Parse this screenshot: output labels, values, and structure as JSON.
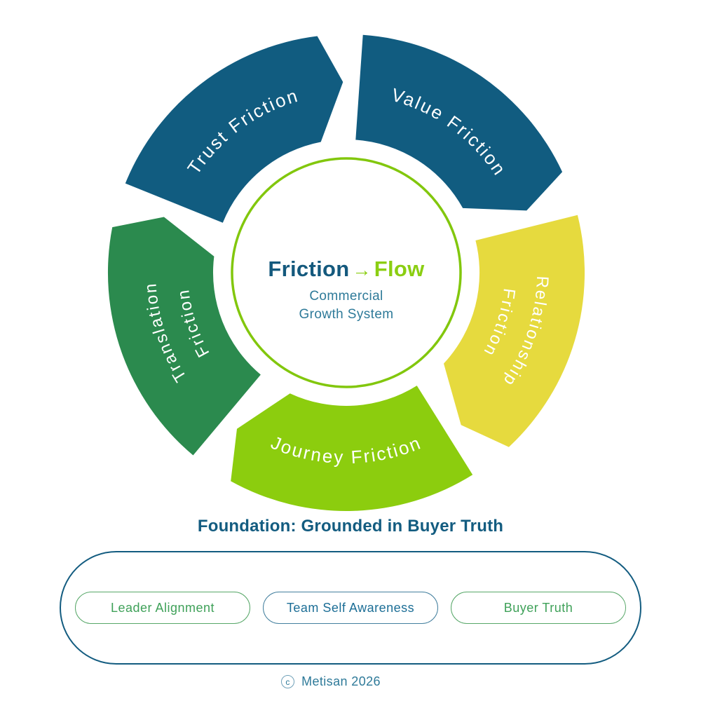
{
  "colors": {
    "dark_blue": "#115C80",
    "dark_green": "#2B8A4E",
    "light_green": "#8CCD0E",
    "yellow": "#E6DA3E",
    "ring_circle_stroke": "#82C70D",
    "flow_green": "#8BCE12",
    "heading_teal": "#135C80",
    "subtitle_teal": "#2E7A99",
    "pill_green": "#3FA159",
    "pill_teal": "#1C6E96",
    "segment_label_white": "#FFFFFF"
  },
  "ring": {
    "center": {
      "friction": "Friction",
      "arrow": "→",
      "flow": "Flow",
      "subtitle_line1": "Commercial",
      "subtitle_line2": "Growth System"
    },
    "segments": [
      {
        "name": "trust-friction",
        "label_lines": [
          "Trust Friction"
        ],
        "color": "#115C80"
      },
      {
        "name": "value-friction",
        "label_lines": [
          "Value Friction"
        ],
        "color": "#115C80"
      },
      {
        "name": "relationship-friction",
        "label_lines": [
          "Relationship",
          "Friction"
        ],
        "color": "#E6DA3E"
      },
      {
        "name": "journey-friction",
        "label_lines": [
          "Journey Friction"
        ],
        "color": "#8CCD0E"
      },
      {
        "name": "translation-friction",
        "label_lines": [
          "Translation",
          "Friction"
        ],
        "color": "#2B8A4E"
      }
    ]
  },
  "foundation": {
    "heading": "Foundation: Grounded in Buyer Truth",
    "pills": [
      {
        "label": "Leader Alignment",
        "text_color": "#3FA159",
        "border_color": "#57A768"
      },
      {
        "label": "Team Self Awareness",
        "text_color": "#1C6E96",
        "border_color": "#437F9E"
      },
      {
        "label": "Buyer Truth",
        "text_color": "#3FA159",
        "border_color": "#57A768"
      }
    ]
  },
  "footer": {
    "copyright_letter": "c",
    "text": "Metisan 2026"
  }
}
